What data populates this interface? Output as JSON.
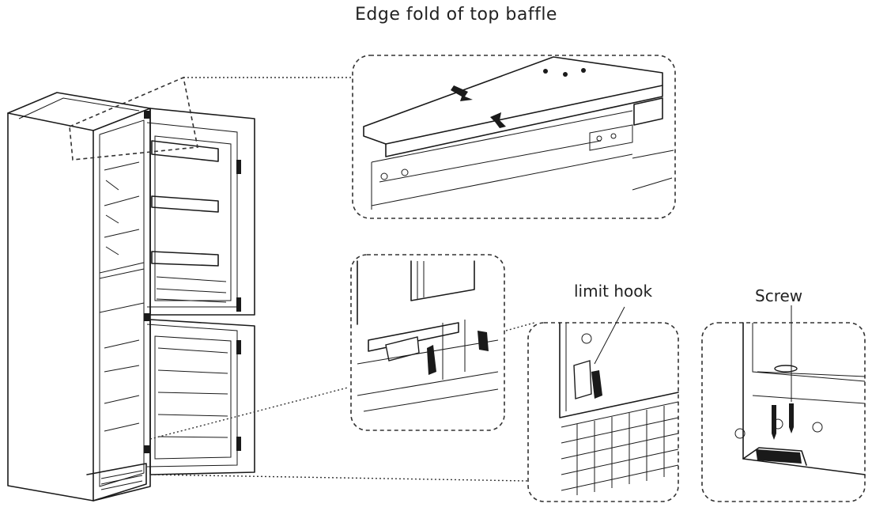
{
  "labels": {
    "title": "Edge fold of top baffle",
    "limit_hook": "limit hook",
    "screw": "Screw"
  }
}
